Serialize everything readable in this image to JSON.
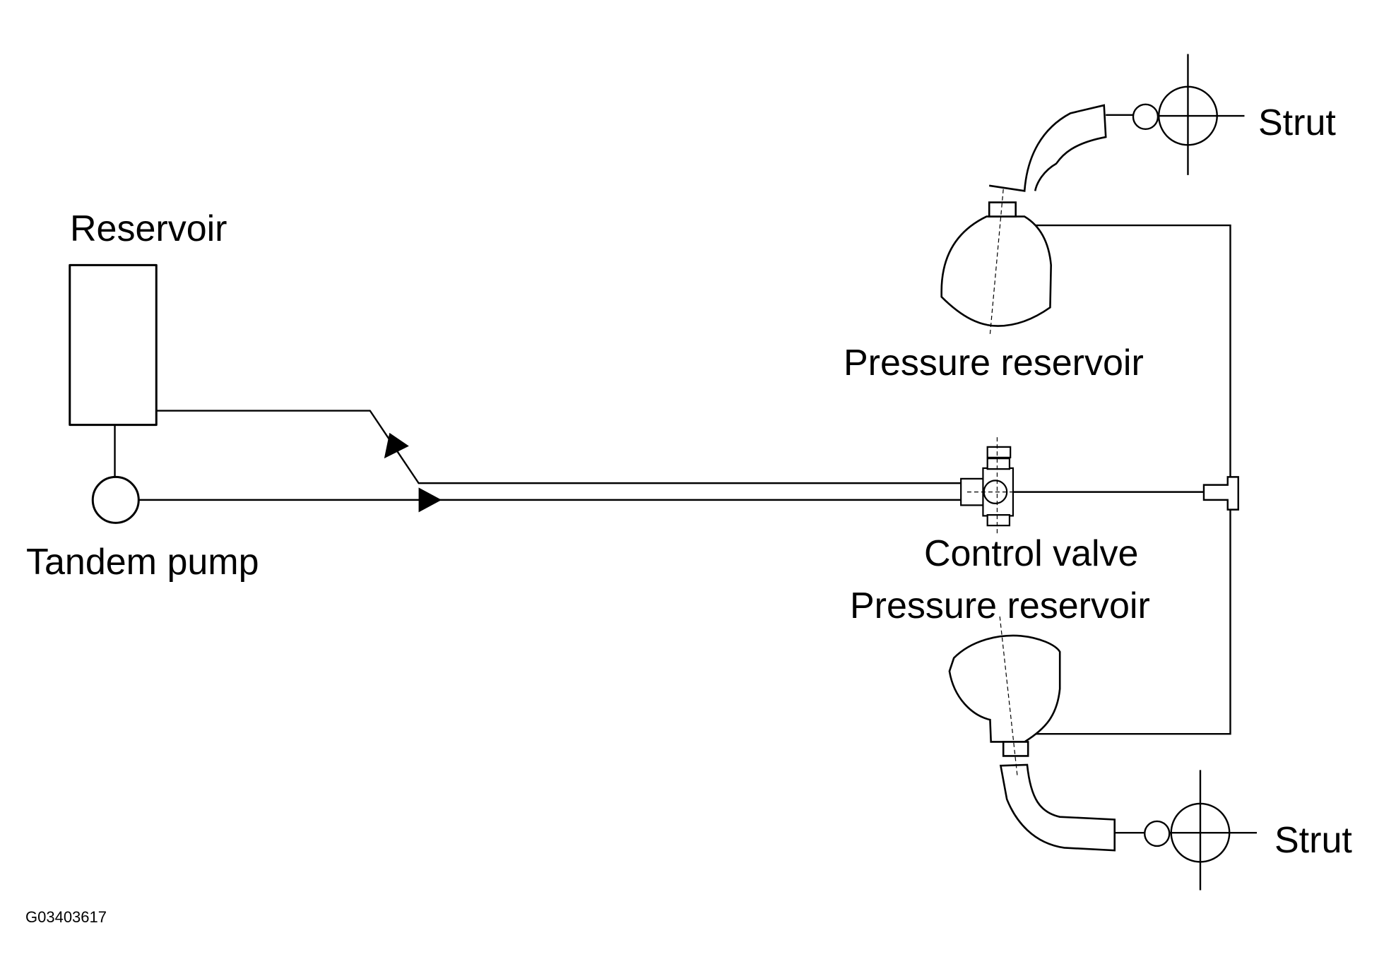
{
  "labels": {
    "reservoir": "Reservoir",
    "tandem_pump": "Tandem pump",
    "control_valve": "Control valve",
    "pressure_reservoir_top": "Pressure reservoir",
    "pressure_reservoir_bottom": "Pressure reservoir",
    "strut_top": "Strut",
    "strut_bottom": "Strut"
  },
  "figure_id": "G03403617",
  "colors": {
    "line": "#000000",
    "background": "#ffffff"
  }
}
